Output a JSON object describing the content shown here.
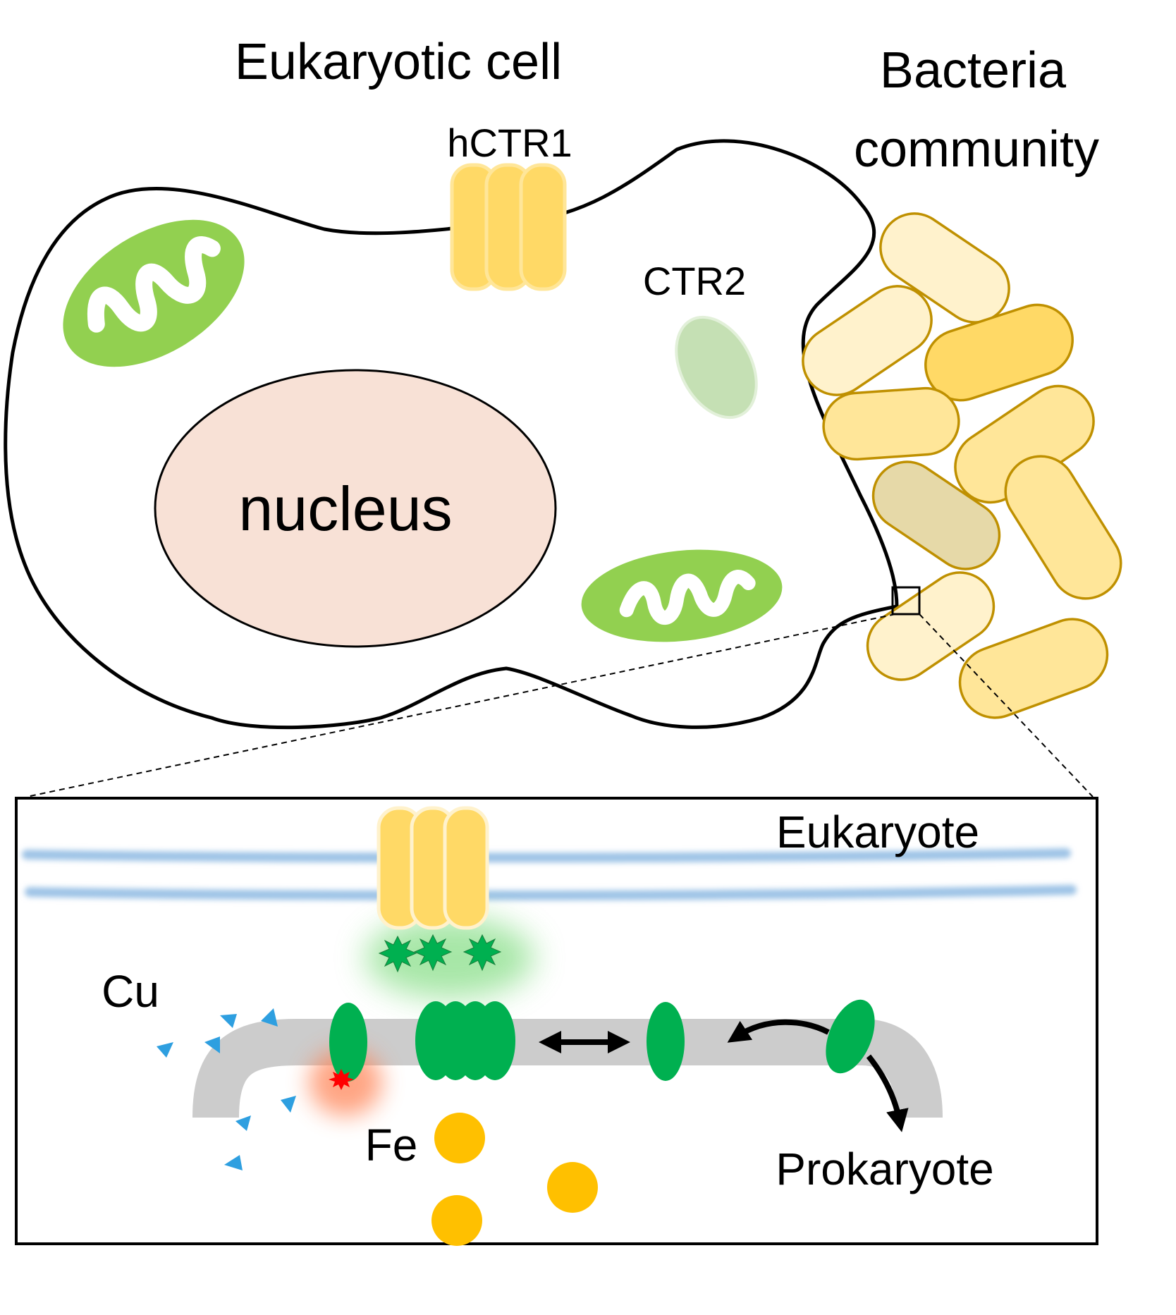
{
  "labels": {
    "eukaryotic_cell": "Eukaryotic cell",
    "bacteria_line1": "Bacteria",
    "bacteria_line2": "community",
    "hctr1": "hCTR1",
    "ctr2": "CTR2",
    "nucleus": "nucleus",
    "eukaryote": "Eukaryote",
    "cu": "Cu",
    "fe": "Fe",
    "prokaryote": "Prokaryote"
  },
  "colors": {
    "mitochondria": "#92d050",
    "ctr2": "#c5e0b4",
    "nucleus": "#f8e1d6",
    "transporter": "#ffd966",
    "bacteria_light": "#fff2cc",
    "bacteria_mid": "#ffe699",
    "bacteria_dark": "#ffd966",
    "bacteria_tan": "#e6d9a8",
    "bacteria_stroke": "#bf9000",
    "membrane_blue": "#9dc3e6",
    "protein_green": "#00b050",
    "copper_blue": "#2e9fe0",
    "iron_orange": "#ffc000",
    "prokaryote_membrane": "#cccccc"
  }
}
